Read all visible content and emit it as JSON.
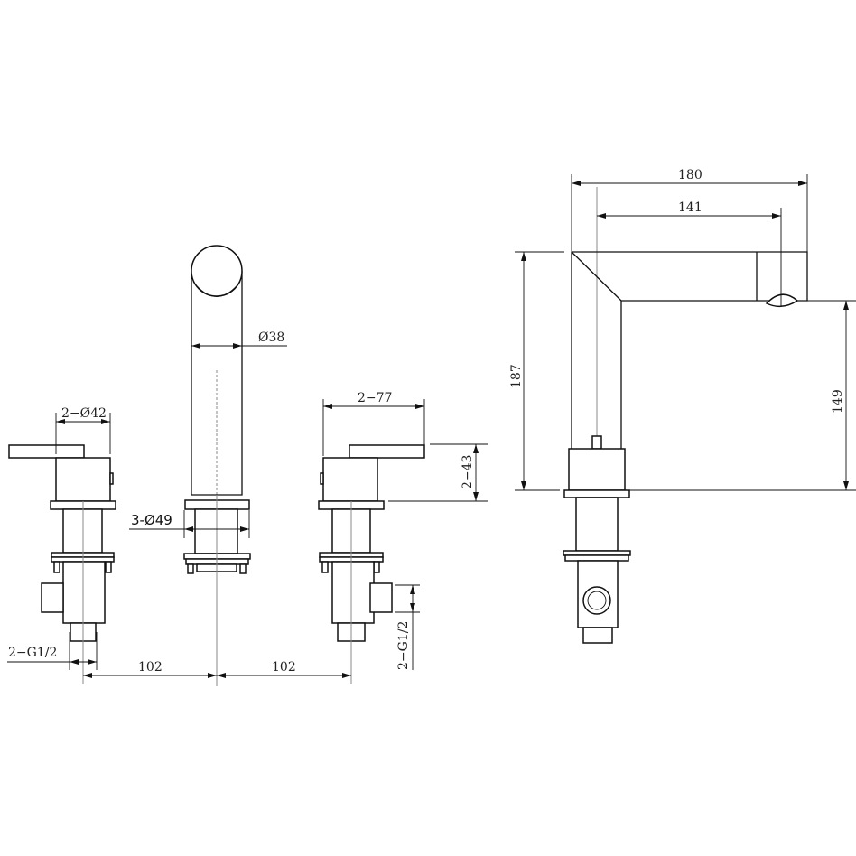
{
  "drawing": {
    "front_view": {
      "spout_diameter": "Ø38",
      "base_diameter": "3-Ø49",
      "handle_diameter": "2−Ø42",
      "handle_length": "2−77",
      "handle_height": "2−43",
      "inlet_left": "2−G1/2",
      "inlet_right": "2−G1/2",
      "spacing_left": "102",
      "spacing_right": "102"
    },
    "side_view": {
      "overall_reach": "180",
      "spout_reach": "141",
      "overall_height": "187",
      "outlet_height": "149"
    },
    "line_color": "#111111"
  }
}
